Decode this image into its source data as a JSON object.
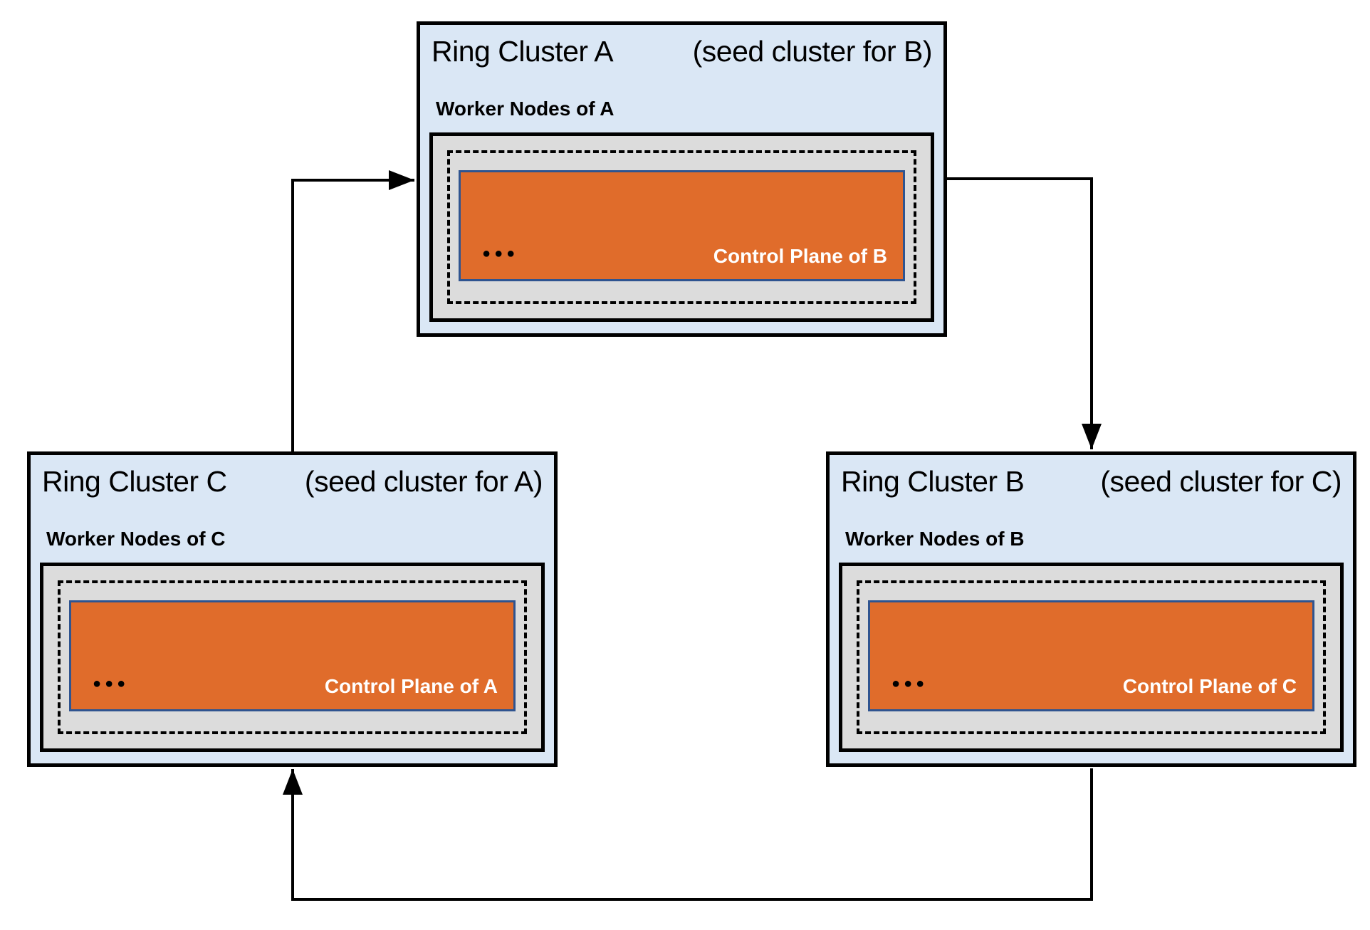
{
  "diagram": {
    "clusters": [
      {
        "id": "A",
        "title": "Ring Cluster A",
        "subtitle": "(seed cluster for B)",
        "worker_label": "Worker Nodes of A",
        "control_plane_label": "Control Plane of B",
        "ellipsis": "●●●"
      },
      {
        "id": "C",
        "title": "Ring Cluster C",
        "subtitle": "(seed cluster for A)",
        "worker_label": "Worker Nodes of C",
        "control_plane_label": "Control Plane of A",
        "ellipsis": "●●●"
      },
      {
        "id": "B",
        "title": "Ring Cluster B",
        "subtitle": "(seed cluster for C)",
        "worker_label": "Worker Nodes of B",
        "control_plane_label": "Control Plane of C",
        "ellipsis": "●●●"
      }
    ],
    "connections": [
      {
        "from": "Ring Cluster C",
        "to": "Ring Cluster A"
      },
      {
        "from": "Ring Cluster A",
        "to": "Ring Cluster B"
      },
      {
        "from": "Ring Cluster B",
        "to": "Ring Cluster C"
      }
    ],
    "colors": {
      "cluster_bg": "#dae7f5",
      "worker_box_bg": "#dcdcdc",
      "control_plane_bg": "#e06c2b",
      "control_plane_border": "#2f5490",
      "outline": "#000000",
      "control_plane_text": "#ffffff"
    }
  }
}
